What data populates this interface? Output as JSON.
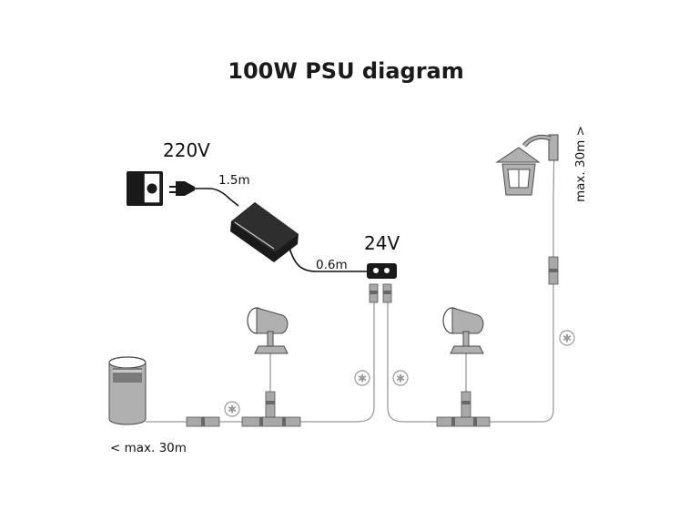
{
  "diagram": {
    "title": "100W PSU diagram",
    "labels": {
      "mains_voltage": "220V",
      "output_voltage": "24V",
      "mains_cable_length": "1.5m",
      "output_cable_length": "0.6m",
      "max_left": "< max. 30m",
      "max_right": "max. 30m >"
    },
    "cable_marker_symbol": "✱",
    "components": [
      {
        "name": "wall-socket-icon"
      },
      {
        "name": "plug-icon"
      },
      {
        "name": "power-supply-icon"
      },
      {
        "name": "hub-connector-icon"
      },
      {
        "name": "bollard-light-icon"
      },
      {
        "name": "spot-light-icon"
      },
      {
        "name": "wall-lantern-icon"
      }
    ],
    "colors": {
      "cable": "#9a9a9a",
      "device_dark": "#1a1a1a",
      "fixture_grey": "#b0b0b0"
    }
  }
}
